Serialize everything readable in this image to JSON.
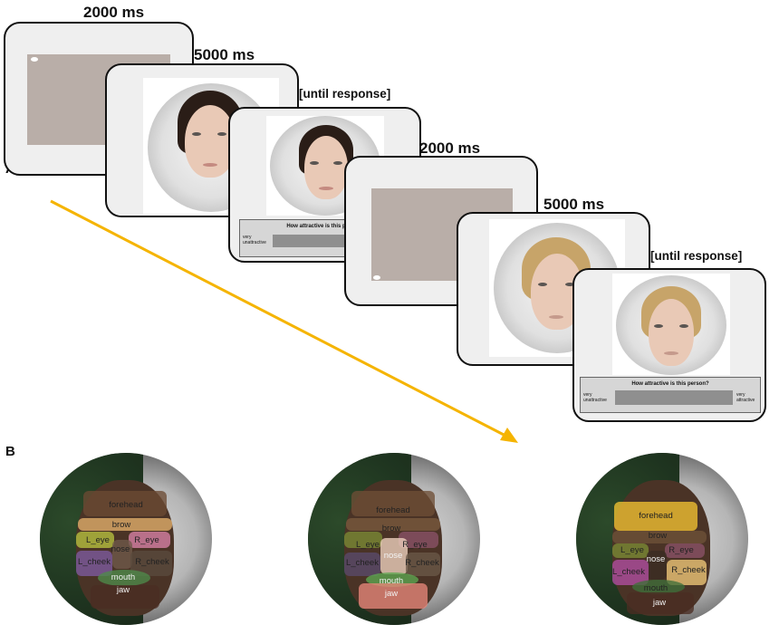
{
  "panel_a": {
    "letter": "A",
    "timings": [
      "2000 ms",
      "5000 ms",
      "[until response]",
      "2000 ms",
      "5000 ms",
      "[until response]"
    ],
    "rating_question": "How attractive is this person?",
    "rating_left": "very unattractive",
    "rating_left_1": "very",
    "rating_left_2": "unattractive",
    "rating_right_1": "very",
    "rating_right_2": "attractive"
  },
  "panel_b": {
    "letter": "B",
    "rois": [
      "forehead",
      "brow",
      "L_eye",
      "R_eye",
      "nose",
      "L_cheek",
      "R_cheek",
      "mouth",
      "jaw"
    ],
    "labels": {
      "forehead": "forehead",
      "brow": "brow",
      "l_eye": "L_eye",
      "r_eye": "R_eye",
      "nose": "nose",
      "l_cheek": "L_cheek",
      "r_cheek": "R_cheek",
      "mouth": "mouth",
      "jaw": "jaw"
    }
  },
  "colors": {
    "arrow": "#f5b400",
    "blank_screen": "#b9aea8",
    "screen_border": "#111111"
  }
}
